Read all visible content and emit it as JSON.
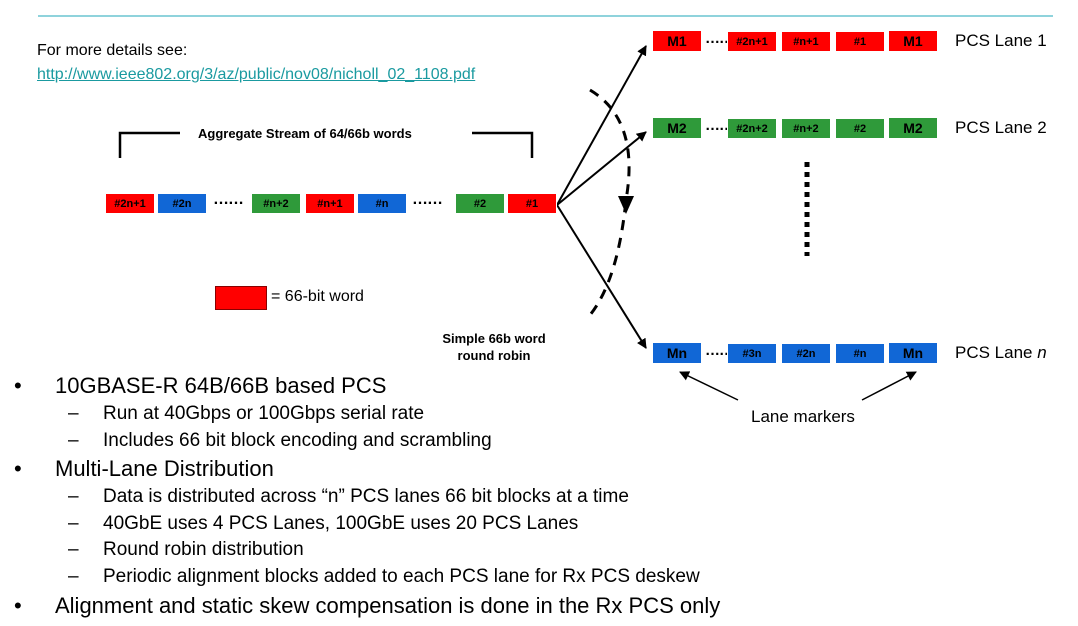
{
  "details": {
    "prefix": "For more details see:",
    "url": "http://www.ieee802.org/3/az/public/nov08/nicholl_02_1108.pdf"
  },
  "aggregate": {
    "title": "Aggregate Stream of 64/66b words",
    "words": [
      "#2n+1",
      "#2n",
      "#n+2",
      "#n+1",
      "#n",
      "#2",
      "#1"
    ],
    "dots": "……"
  },
  "legend": {
    "label": "= 66-bit word"
  },
  "round_robin": {
    "line1": "Simple 66b word",
    "line2": "round robin"
  },
  "lanes": [
    {
      "marker": "M1",
      "words": [
        "#2n+1",
        "#n+1",
        "#1"
      ],
      "end_marker": "M1",
      "label": "PCS Lane 1"
    },
    {
      "marker": "M2",
      "words": [
        "#2n+2",
        "#n+2",
        "#2"
      ],
      "end_marker": "M2",
      "label": "PCS Lane 2"
    },
    {
      "marker": "Mn",
      "words": [
        "#3n",
        "#2n",
        "#n"
      ],
      "end_marker": "Mn",
      "label_prefix": "PCS Lane ",
      "label_var": "n"
    }
  ],
  "lane_markers_label": "Lane markers",
  "bullets": {
    "b1": "10GBASE-R 64B/66B based PCS",
    "b1_sub": [
      "Run at 40Gbps or 100Gbps serial rate",
      "Includes 66 bit block encoding and scrambling"
    ],
    "b2": "Multi-Lane Distribution",
    "b2_sub": [
      "Data is distributed across “n” PCS lanes 66 bit blocks at a time",
      "40GbE uses 4 PCS Lanes, 100GbE uses 20 PCS Lanes",
      "Round robin distribution",
      "Periodic alignment blocks added to each PCS lane for Rx PCS deskew"
    ],
    "b3": "Alignment and static skew compensation is done in the Rx PCS only",
    "dot": "•",
    "dash": "–"
  },
  "colors": {
    "red": "#ff0000",
    "blue": "#1167d6",
    "green": "#2f9a3a",
    "rule": "#8fd3dc",
    "link": "#1a9aa0"
  }
}
